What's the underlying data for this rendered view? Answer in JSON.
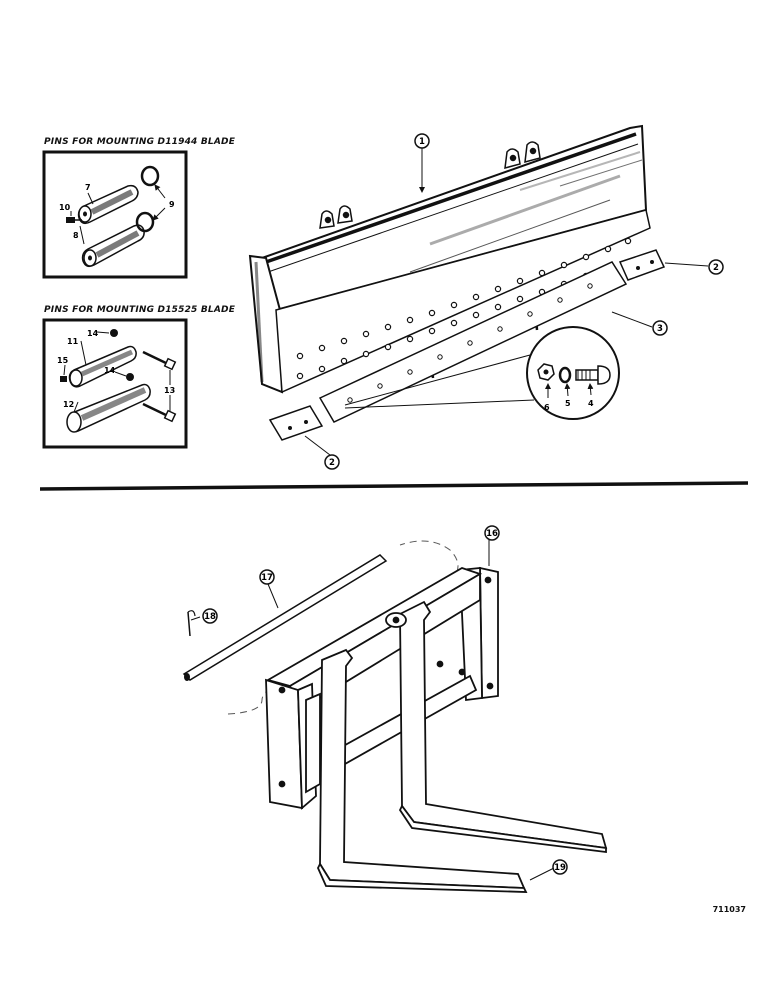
{
  "insets": {
    "blade_pins_d11944": {
      "title": "PINS FOR MOUNTING D11944 BLADE",
      "part_numbers": [
        "7",
        "8",
        "9",
        "10"
      ]
    },
    "blade_pins_d15525": {
      "title": "PINS FOR MOUNTING D15525 BLADE",
      "part_numbers": [
        "11",
        "12",
        "13",
        "14",
        "14",
        "15"
      ]
    }
  },
  "bucket": {
    "callouts": {
      "bucket": "1",
      "end_bit_right": "2",
      "end_bit_left": "2",
      "cutting_edge": "3"
    },
    "hardware_detail": {
      "part_numbers": [
        "6",
        "5",
        "4"
      ]
    }
  },
  "fork": {
    "callouts": {
      "carrier_frame": "16",
      "rod": "17",
      "pin": "18",
      "tines": "19"
    }
  },
  "drawing_number": "711037"
}
